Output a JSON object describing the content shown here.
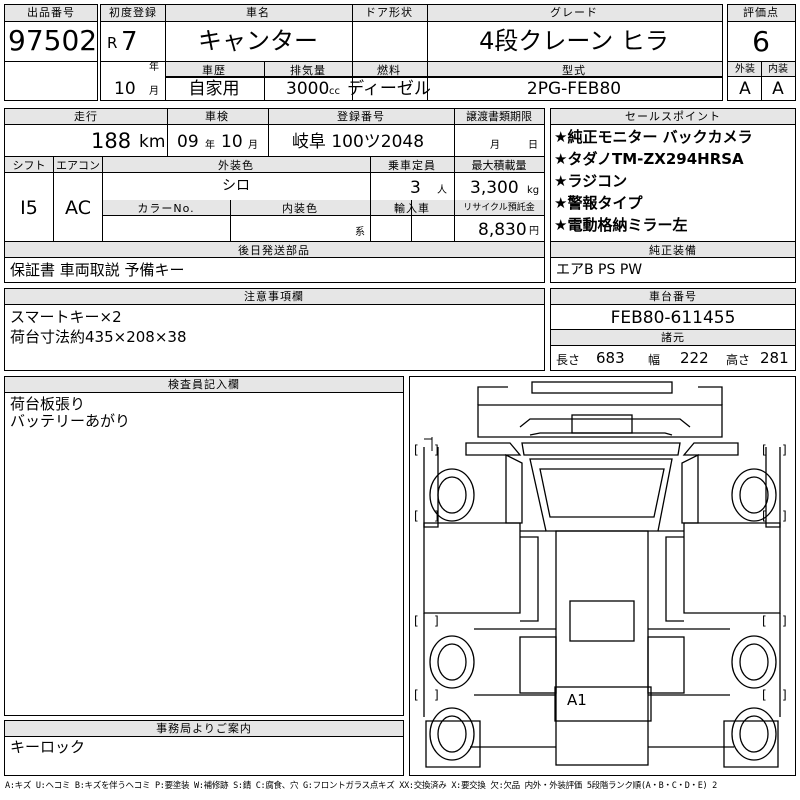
{
  "lot": {
    "label": "出品番号",
    "value": "97502"
  },
  "first_reg": {
    "label": "初度登録",
    "era": "R",
    "year": "7",
    "year_unit": "年",
    "month": "10",
    "month_unit": "月"
  },
  "car_name": {
    "label": "車名",
    "value": "キャンター"
  },
  "door": {
    "label": "ドア形状",
    "value": ""
  },
  "grade": {
    "label": "グレード",
    "value": "4段クレーン ヒラ"
  },
  "score": {
    "label": "評価点",
    "value": "6"
  },
  "history": {
    "label": "車歴",
    "value": "自家用"
  },
  "displacement": {
    "label": "排気量",
    "value": "3000",
    "unit": "cc"
  },
  "fuel": {
    "label": "燃料",
    "value": "ディーゼル"
  },
  "model": {
    "label": "型式",
    "value": "2PG-FEB80"
  },
  "exterior_grade": {
    "label": "外装",
    "value": "A"
  },
  "interior_grade": {
    "label": "内装",
    "value": "A"
  },
  "mileage": {
    "label": "走行",
    "value": "188",
    "unit": "km"
  },
  "inspection": {
    "label": "車検",
    "year": "09",
    "year_unit": "年",
    "month": "10",
    "month_unit": "月"
  },
  "plate": {
    "label": "登録番号",
    "value": "岐阜 100ツ2048"
  },
  "transfer_deadline": {
    "label": "譲渡書類期限",
    "month_unit": "月",
    "day_unit": "日"
  },
  "shift": {
    "label": "シフト",
    "value": "I5"
  },
  "aircon": {
    "label": "エアコン",
    "value": "AC"
  },
  "ext_color": {
    "label": "外装色",
    "value": "シロ"
  },
  "capacity": {
    "label": "乗車定員",
    "value": "3",
    "unit": "人"
  },
  "max_load": {
    "label": "最大積載量",
    "value": "3,300",
    "unit": "kg"
  },
  "color_no": {
    "label": "カラーNo."
  },
  "int_color": {
    "label": "内装色",
    "suffix": "系"
  },
  "import": {
    "label": "輸入車"
  },
  "recycle": {
    "label": "リサイクル預託金",
    "value": "8,830",
    "unit": "円"
  },
  "sales_points": {
    "label": "セールスポイント",
    "items": [
      "★純正モニター バックカメラ",
      "★タダノTM-ZX294HRSA",
      "★ラジコン",
      "★警報タイプ",
      "★電動格納ミラー左"
    ]
  },
  "later_parts": {
    "label": "後日発送部品",
    "value": "保証書 車両取説 予備キー"
  },
  "equipment": {
    "label": "純正装備",
    "value": "エアB PS PW"
  },
  "notes": {
    "label": "注意事項欄",
    "lines": [
      "スマートキー×2",
      "荷台寸法約435×208×38"
    ]
  },
  "chassis": {
    "label": "車台番号",
    "value": "FEB80-611455"
  },
  "specs": {
    "label": "諸元",
    "length_label": "長さ",
    "length": "683",
    "width_label": "幅",
    "width": "222",
    "height_label": "高さ",
    "height": "281"
  },
  "inspector": {
    "label": "検査員記入欄",
    "lines": [
      "荷台板張り",
      "バッテリーあがり"
    ]
  },
  "office": {
    "label": "事務局よりご案内",
    "value": "キーロック"
  },
  "diagram": {
    "marker": "A1"
  },
  "legend": "A:キズ U:ヘコミ B:キズを伴うヘコミ P:要塗装 W:補修跡 S:錆 C:腐食、穴 G:フロントガラス点キズ XX:交換済み X:要交換 欠:欠品 内外・外装評価 5段階ランク順(A・B・C・D・E) 2"
}
